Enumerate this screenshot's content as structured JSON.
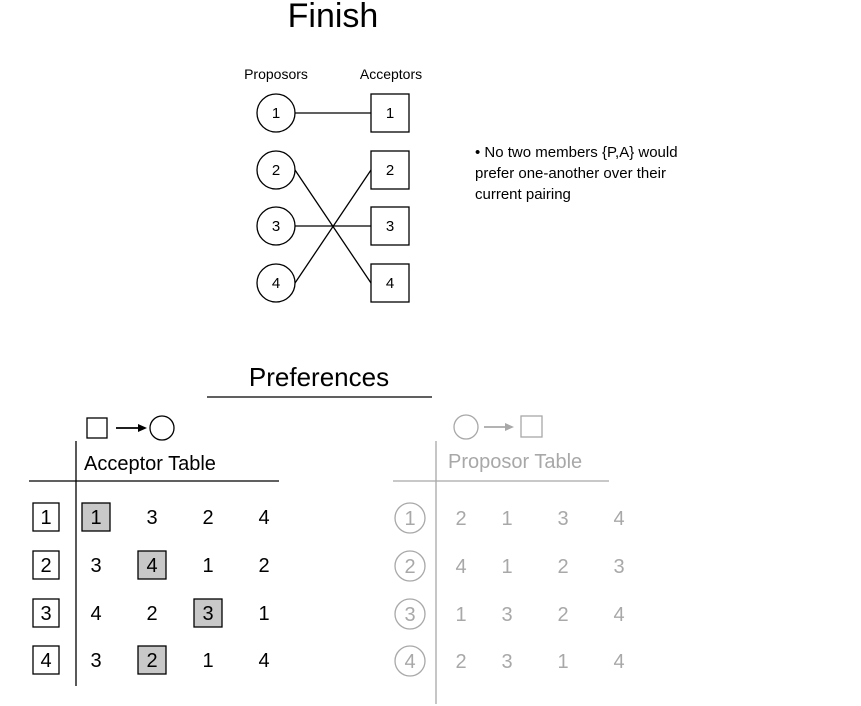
{
  "title": "Finish",
  "matching": {
    "proposors_label": "Proposors",
    "acceptors_label": "Acceptors",
    "proposors": [
      "1",
      "2",
      "3",
      "4"
    ],
    "acceptors": [
      "1",
      "2",
      "3",
      "4"
    ],
    "pairs": [
      [
        1,
        1
      ],
      [
        2,
        4
      ],
      [
        3,
        3
      ],
      [
        4,
        2
      ]
    ]
  },
  "note": "• No two members {P,A} would\nprefer one-another over their\ncurrent pairing",
  "preferences_heading": "Preferences",
  "acceptor_table": {
    "title": "Acceptor Table",
    "icon": "square-arrow-circle-icon",
    "row_labels": [
      "1",
      "2",
      "3",
      "4"
    ],
    "rows": [
      [
        "1",
        "3",
        "2",
        "4"
      ],
      [
        "3",
        "4",
        "1",
        "2"
      ],
      [
        "4",
        "2",
        "3",
        "1"
      ],
      [
        "3",
        "2",
        "1",
        "4"
      ]
    ],
    "highlighted": [
      [
        0,
        0
      ],
      [
        1,
        1
      ],
      [
        2,
        2
      ],
      [
        3,
        1
      ]
    ]
  },
  "proposor_table": {
    "title": "Proposor Table",
    "icon": "circle-arrow-square-icon",
    "row_labels": [
      "1",
      "2",
      "3",
      "4"
    ],
    "rows": [
      [
        "2",
        "1",
        "3",
        "4"
      ],
      [
        "4",
        "1",
        "2",
        "3"
      ],
      [
        "1",
        "3",
        "2",
        "4"
      ],
      [
        "2",
        "3",
        "1",
        "4"
      ]
    ]
  },
  "colors": {
    "ink": "#000000",
    "faded": "#a8a8a8",
    "highlight_fill": "#c8c8c8"
  }
}
